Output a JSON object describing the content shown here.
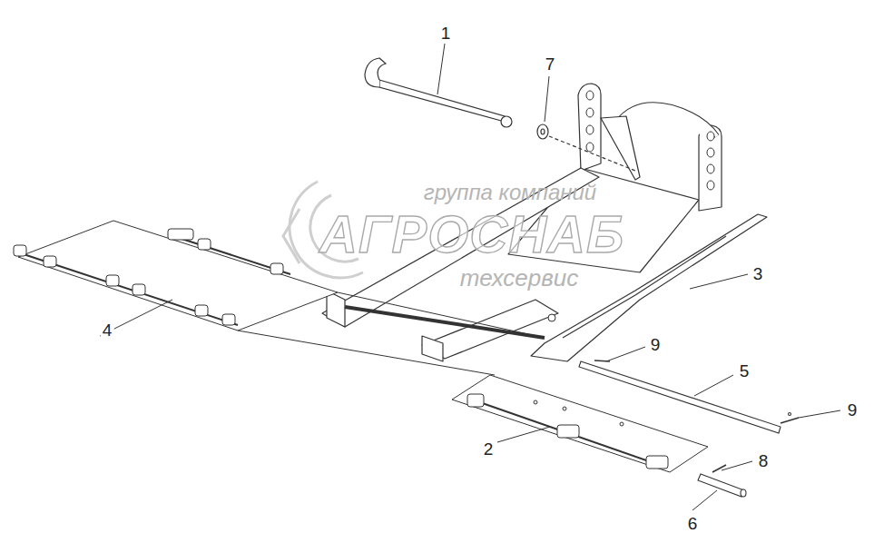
{
  "diagram": {
    "labels": [
      "1",
      "7",
      "группа компаний",
      "АГРОСНАБ",
      "техсервис",
      "3",
      "4",
      "9",
      "5",
      "9",
      "2",
      "8",
      "6"
    ]
  }
}
